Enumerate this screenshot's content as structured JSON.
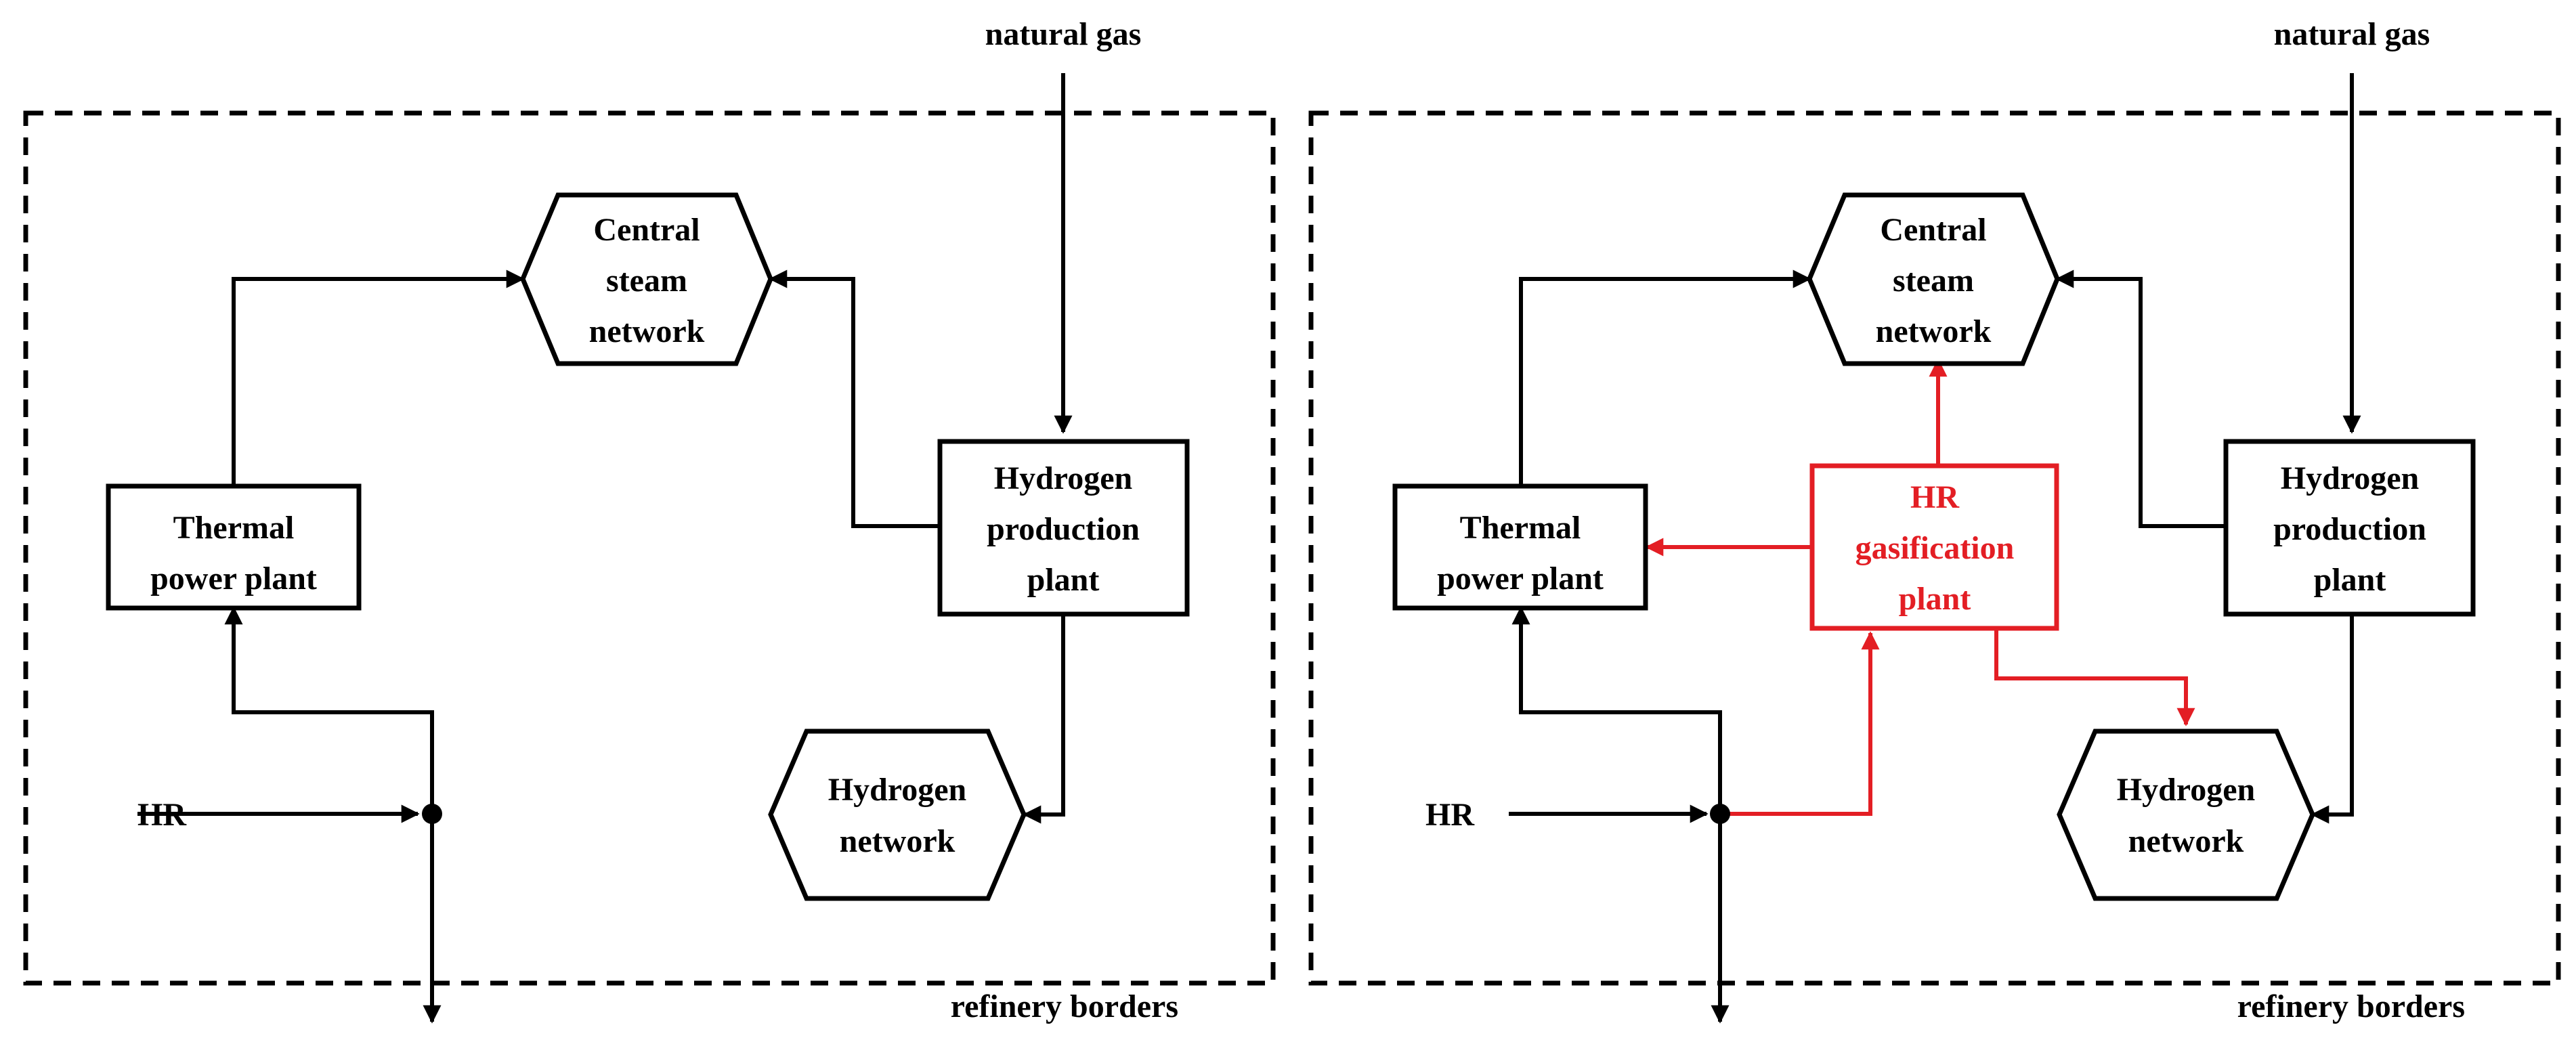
{
  "panels": [
    {
      "natural_gas": "natural gas",
      "central_steam": [
        "Central",
        "steam",
        "network"
      ],
      "thermal_power": [
        "Thermal",
        "power plant"
      ],
      "hydrogen_production": [
        "Hydrogen",
        "production",
        "plant"
      ],
      "hydrogen_network": [
        "Hydrogen",
        "network"
      ],
      "hr": "HR",
      "refinery_borders": "refinery borders"
    },
    {
      "natural_gas": "natural gas",
      "central_steam": [
        "Central",
        "steam",
        "network"
      ],
      "thermal_power": [
        "Thermal",
        "power plant"
      ],
      "hydrogen_production": [
        "Hydrogen",
        "production",
        "plant"
      ],
      "hydrogen_network": [
        "Hydrogen",
        "network"
      ],
      "hr_gasification": [
        "HR",
        "gasification",
        "plant"
      ],
      "hr": "HR",
      "refinery_borders": "refinery borders"
    }
  ],
  "colors": {
    "highlight": "#e31e24",
    "line": "#000000"
  }
}
